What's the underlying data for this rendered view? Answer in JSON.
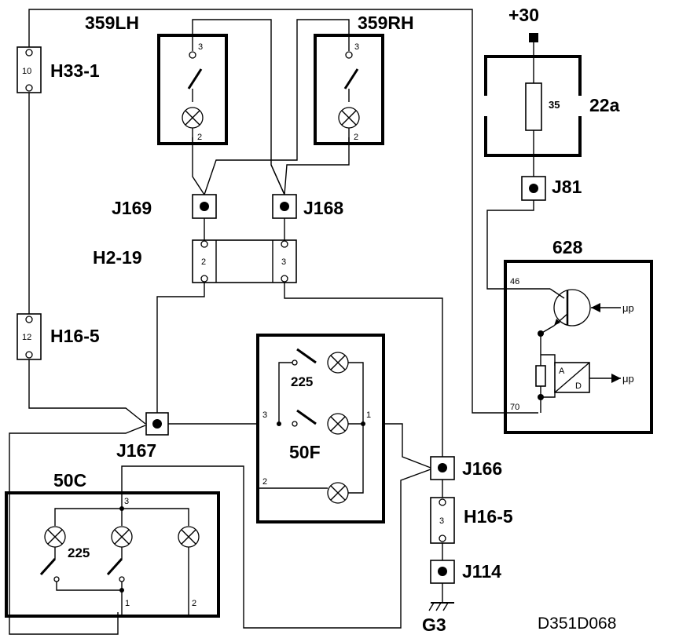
{
  "components": {
    "switch_359lh": {
      "label": "359LH",
      "pin_top": "3",
      "pin_bottom": "2"
    },
    "switch_359rh": {
      "label": "359RH",
      "pin_top": "3",
      "pin_bottom": "2"
    },
    "supply": {
      "label": "+30"
    },
    "fuse_box": {
      "label": "22a",
      "fuse": "35"
    },
    "ecu": {
      "label": "628",
      "pin_46": "46",
      "pin_70": "70",
      "up_top": "μp",
      "up_bottom": "μp",
      "ad_a": "A",
      "ad_d": "D"
    },
    "module_50f": {
      "label": "50F",
      "inner": "225",
      "pin_3": "3",
      "pin_1": "1",
      "pin_2": "2"
    },
    "module_50c": {
      "label": "50C",
      "inner": "225",
      "pin_3": "3",
      "pin_1": "1",
      "pin_2": "2"
    },
    "ground": {
      "label": "G3"
    }
  },
  "connectors": {
    "h33": {
      "label": "H33-1",
      "pin": "10"
    },
    "h16_left": {
      "label": "H16-5",
      "pin": "12"
    },
    "h16_right": {
      "label": "H16-5",
      "pin": "3"
    },
    "h2_19": {
      "label": "H2-19",
      "pin_a": "2",
      "pin_b": "3"
    },
    "j169": {
      "label": "J169"
    },
    "j168": {
      "label": "J168"
    },
    "j167": {
      "label": "J167"
    },
    "j166": {
      "label": "J166"
    },
    "j114": {
      "label": "J114"
    },
    "j81": {
      "label": "J81"
    }
  },
  "figure_id": "D351D068"
}
